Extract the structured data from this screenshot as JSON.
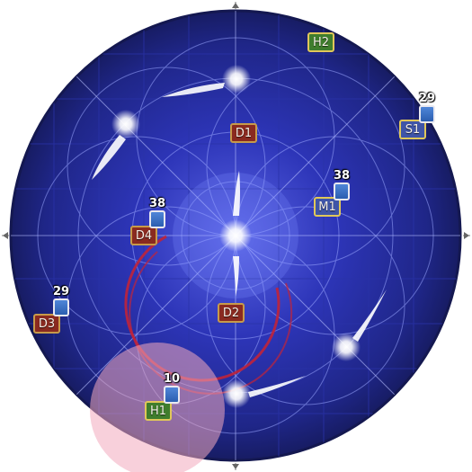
{
  "markers": [
    {
      "label": "H2",
      "color": "#3f7d2d"
    },
    {
      "label": "D1",
      "color": "#8a2a20"
    },
    {
      "label": "S1",
      "color": "#3f55a8"
    },
    {
      "label": "M1",
      "color": "#3f55a8"
    },
    {
      "label": "D4",
      "color": "#8a2a20"
    },
    {
      "label": "D2",
      "color": "#8a2a20"
    },
    {
      "label": "D3",
      "color": "#8a2a20"
    },
    {
      "label": "H1",
      "color": "#3f7d2d"
    }
  ],
  "stacks": [
    {
      "value": "29",
      "icon": "water-stack-icon"
    },
    {
      "value": "38",
      "icon": "water-stack-icon"
    },
    {
      "value": "38",
      "icon": "water-stack-icon"
    },
    {
      "value": "29",
      "icon": "water-stack-icon"
    },
    {
      "value": "10",
      "icon": "water-stack-icon"
    }
  ]
}
